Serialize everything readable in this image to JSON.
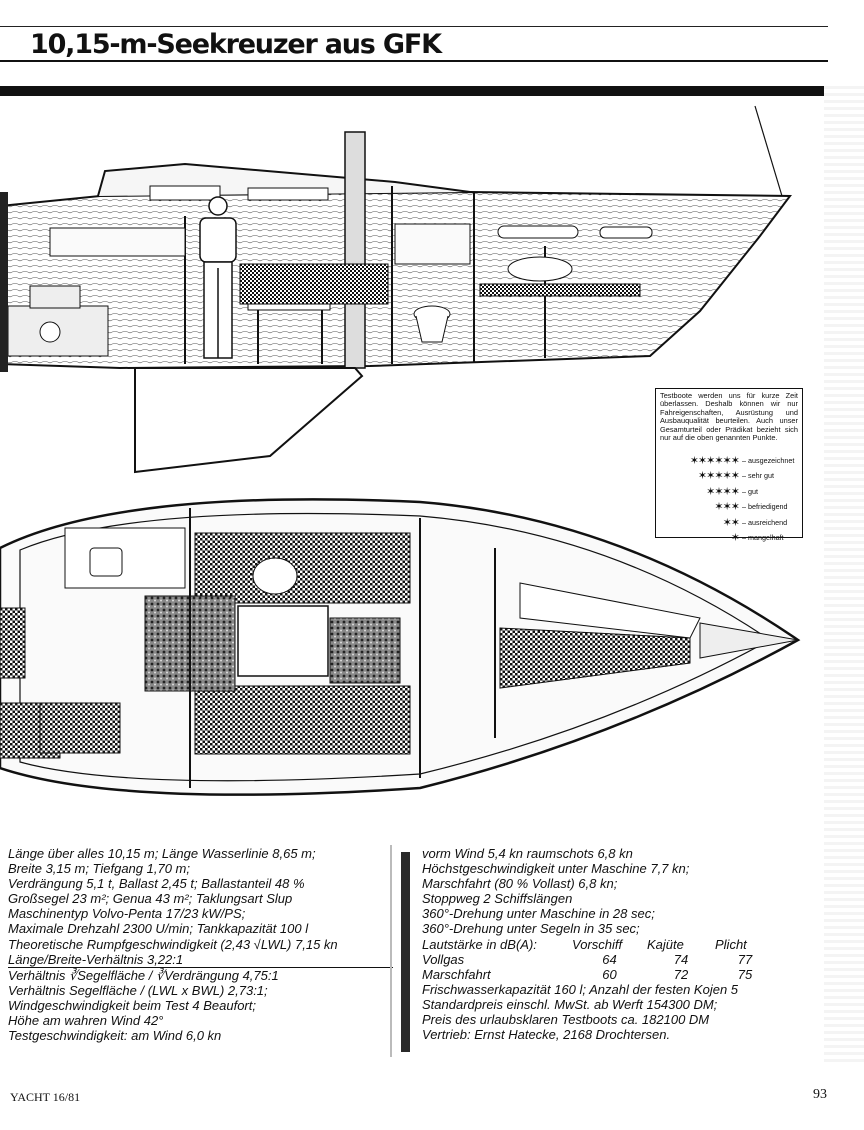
{
  "header": {
    "title": "10,15-m-Seekreuzer aus GFK"
  },
  "legend": {
    "note": "Testboote werden uns für kurze Zeit überlassen. Deshalb können wir nur Fahreigenschaften, Ausrüstung und Ausbauqualität beurteilen. Auch unser Gesamturteil oder Prädikat bezieht sich nur auf die oben genannten Punkte.",
    "ratings": [
      {
        "stars": "✶✶✶✶✶✶",
        "label": "– ausgezeichnet"
      },
      {
        "stars": "✶✶✶✶✶",
        "label": "– sehr gut"
      },
      {
        "stars": "✶✶✶✶",
        "label": "– gut"
      },
      {
        "stars": "✶✶✶",
        "label": "– befriedigend"
      },
      {
        "stars": "✶✶",
        "label": "– ausreichend"
      },
      {
        "stars": "✶",
        "label": "– mangelhaft"
      }
    ]
  },
  "specs": {
    "left": [
      "Länge über alles 10,15 m; Länge Wasserlinie 8,65 m;",
      "Breite 3,15 m; Tiefgang 1,70 m;",
      "Verdrängung 5,1 t, Ballast 2,45 t; Ballastanteil 48 %",
      "Großsegel 23 m²; Genua 43 m²; Taklungsart Slup",
      "Maschinentyp Volvo-Penta 17/23 kW/PS;",
      "Maximale Drehzahl 2300 U/min; Tankkapazität 100 l",
      "Theoretische Rumpfgeschwindigkeit (2,43 √LWL) 7,15 kn",
      "Länge/Breite-Verhältnis 3,22:1",
      "Verhältnis ∛Segelfläche / ∛Verdrängung 4,75:1",
      "Verhältnis Segelfläche / (LWL x BWL) 2,73:1;",
      "Windgeschwindigkeit beim Test 4 Beaufort;",
      "Höhe am wahren Wind 42°",
      "Testgeschwindigkeit: am Wind 6,0 kn"
    ],
    "right_top": [
      "vorm Wind 5,4 kn   raumschots 6,8 kn",
      "Höchstgeschwindigkeit unter Maschine 7,7 kn;",
      "Marschfahrt (80 % Vollast) 6,8 kn;",
      "Stoppweg 2 Schiffslängen",
      "360°-Drehung unter Maschine in 28 sec;",
      "360°-Drehung unter Segeln in 35 sec;"
    ],
    "noise": {
      "header": [
        "Lautstärke in dB(A):",
        "Vorschiff",
        "Kajüte",
        "Plicht"
      ],
      "rows": [
        [
          "Vollgas",
          "64",
          "74",
          "77"
        ],
        [
          "Marschfahrt",
          "60",
          "72",
          "75"
        ]
      ]
    },
    "right_bottom": [
      "Frischwasserkapazität 160 l; Anzahl der festen Kojen 5",
      "Standardpreis einschl. MwSt. ab Werft 154300 DM;",
      "Preis des urlaubsklaren Testboots ca. 182100 DM",
      "Vertrieb: Ernst Hatecke, 2168 Drochtersen."
    ]
  },
  "footer": {
    "publication": "YACHT 16/81",
    "page_number": "93"
  }
}
